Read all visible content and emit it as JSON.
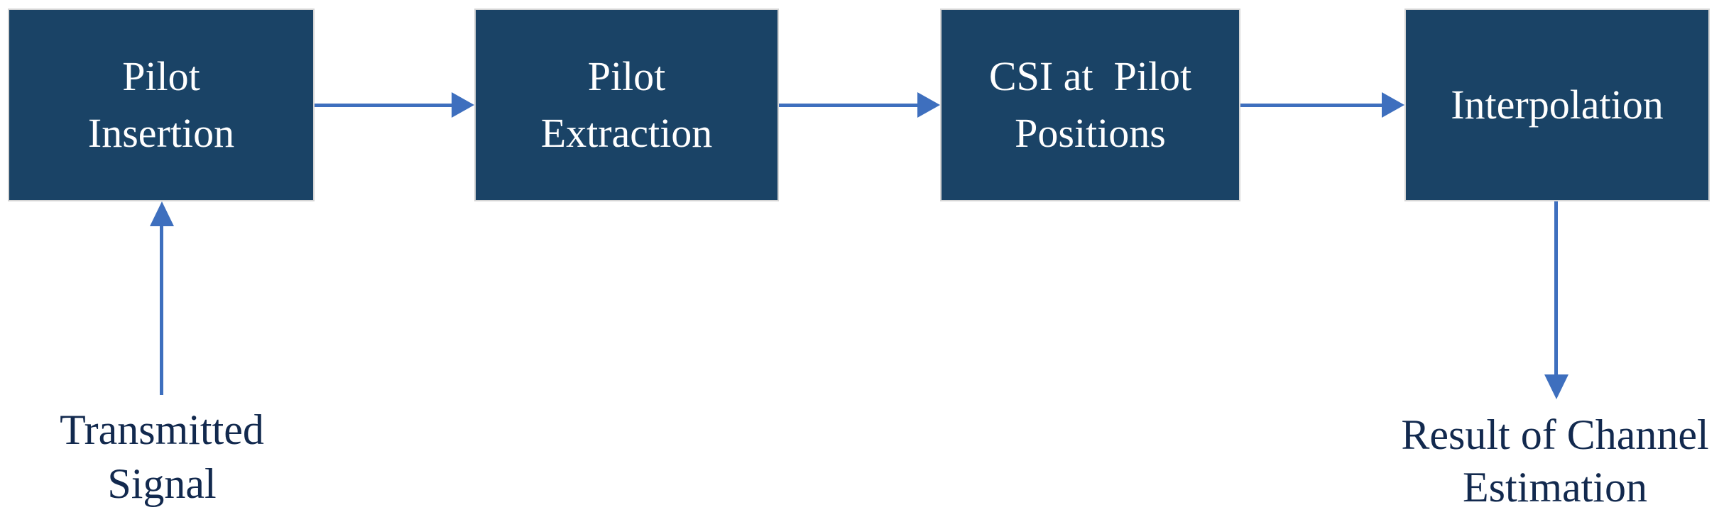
{
  "colors": {
    "box-fill": "#1A4366",
    "box-border": "#D5D5D5",
    "arrow": "#3E6FBE",
    "label-text": "#12294E",
    "box-text": "#FFFFFF",
    "background": "#FFFFFF"
  },
  "flow": {
    "boxes": [
      {
        "id": "pilot-insertion",
        "lines": [
          "Pilot",
          "Insertion"
        ]
      },
      {
        "id": "pilot-extraction",
        "lines": [
          "Pilot",
          "Extraction"
        ]
      },
      {
        "id": "csi-at-pilot-positions",
        "lines": [
          "CSI at  Pilot",
          "Positions"
        ]
      },
      {
        "id": "interpolation",
        "lines": [
          "Interpolation",
          ""
        ]
      }
    ],
    "labels": [
      {
        "id": "transmitted-signal",
        "lines": [
          "Transmitted",
          "Signal"
        ]
      },
      {
        "id": "result-of-channel-estimation",
        "lines": [
          "Result of Channel",
          "Estimation"
        ]
      }
    ],
    "arrows": [
      {
        "from": "pilot-insertion",
        "to": "pilot-extraction",
        "direction": "right"
      },
      {
        "from": "pilot-extraction",
        "to": "csi-at-pilot-positions",
        "direction": "right"
      },
      {
        "from": "csi-at-pilot-positions",
        "to": "interpolation",
        "direction": "right"
      },
      {
        "from": "transmitted-signal",
        "to": "pilot-insertion",
        "direction": "up"
      },
      {
        "from": "interpolation",
        "to": "result-of-channel-estimation",
        "direction": "down"
      }
    ]
  }
}
